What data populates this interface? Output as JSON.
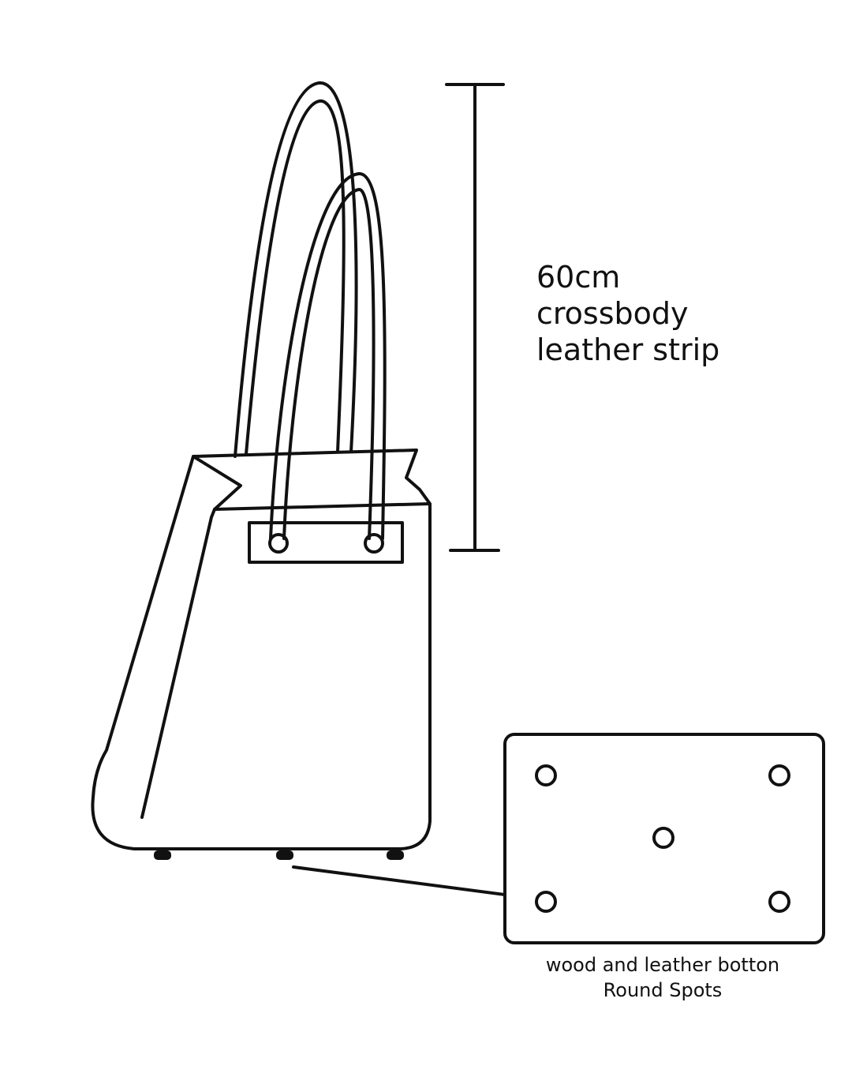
{
  "strap_annotation": {
    "measure": "60cm",
    "line2": "crossbody",
    "line3": "leather strip"
  },
  "bottom_annotation": {
    "line1": "wood and leather botton",
    "line2": "Round Spots"
  },
  "colors": {
    "stroke": "#111111",
    "background": "#ffffff"
  }
}
